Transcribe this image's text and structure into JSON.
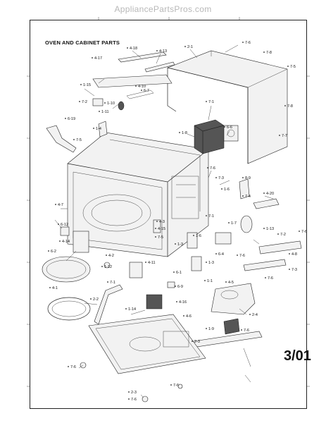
{
  "watermark": "AppliancePartsPros.com",
  "diagram_title": "OVEN AND CABINET PARTS",
  "page_code": "3/01",
  "callouts": [
    "4-18",
    "4-13",
    "2-1",
    "7-6",
    "7-8",
    "7-5",
    "4-17",
    "1-15",
    "4-10",
    "6-7",
    "7-2",
    "1-10",
    "1-11",
    "7-8",
    "7-1",
    "6-19",
    "1-4",
    "1-8",
    "6-6",
    "7-5",
    "7-7",
    "7-6",
    "7-3",
    "8-9",
    "1-6",
    "7-4",
    "4-20",
    "4-7",
    "6-12",
    "4-14",
    "4-15",
    "4-3",
    "7-5",
    "7-1",
    "1-7",
    "1-13",
    "7-2",
    "7-6",
    "1-3",
    "1-6",
    "6-4",
    "7-6",
    "4-8",
    "6-2",
    "4-2",
    "1-12",
    "4-11",
    "1-3",
    "7-3",
    "7-6",
    "6-1",
    "7-1",
    "6-9",
    "1-1",
    "4-5",
    "4-1",
    "2-2",
    "1-14",
    "4-16",
    "4-6",
    "2-4",
    "1-9",
    "7-6",
    "2-3",
    "7-6",
    "2-3",
    "7-6",
    "7-6"
  ]
}
